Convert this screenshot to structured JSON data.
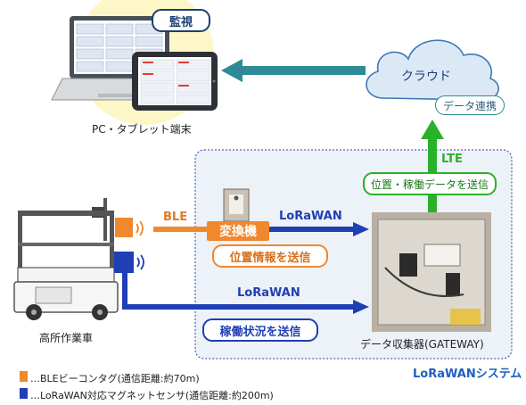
{
  "labels": {
    "monitor": "監視",
    "pc_tablet": "PC・タブレット端末",
    "cloud": "クラウド",
    "data_link": "データ連携",
    "lte": "LTE",
    "send_position_status": "位置・稼働データを送信",
    "ble": "BLE",
    "converter": "変換機",
    "lorawan_top": "LoRaWAN",
    "send_position": "位置情報を送信",
    "lorawan_bottom": "LoRaWAN",
    "send_status": "稼働状況を送信",
    "lift_vehicle": "高所作業車",
    "gateway": "データ収集器(GATEWAY)",
    "lorawan_system": "LoRaWANシステム"
  },
  "legend": [
    {
      "text": "…BLEビーコンタグ(通信距離:約70m)",
      "color": "#f0882e"
    },
    {
      "text": "…LoRaWAN対応マグネットセンサ(通信距離:約200m)",
      "color": "#1f3fb5"
    }
  ],
  "colors": {
    "orange": "#f0882e",
    "blue": "#1f3fb5",
    "green": "#2ab12a",
    "teal": "#2e8a96",
    "navy": "#1c3f73",
    "system_text": "#1f5fbf"
  }
}
